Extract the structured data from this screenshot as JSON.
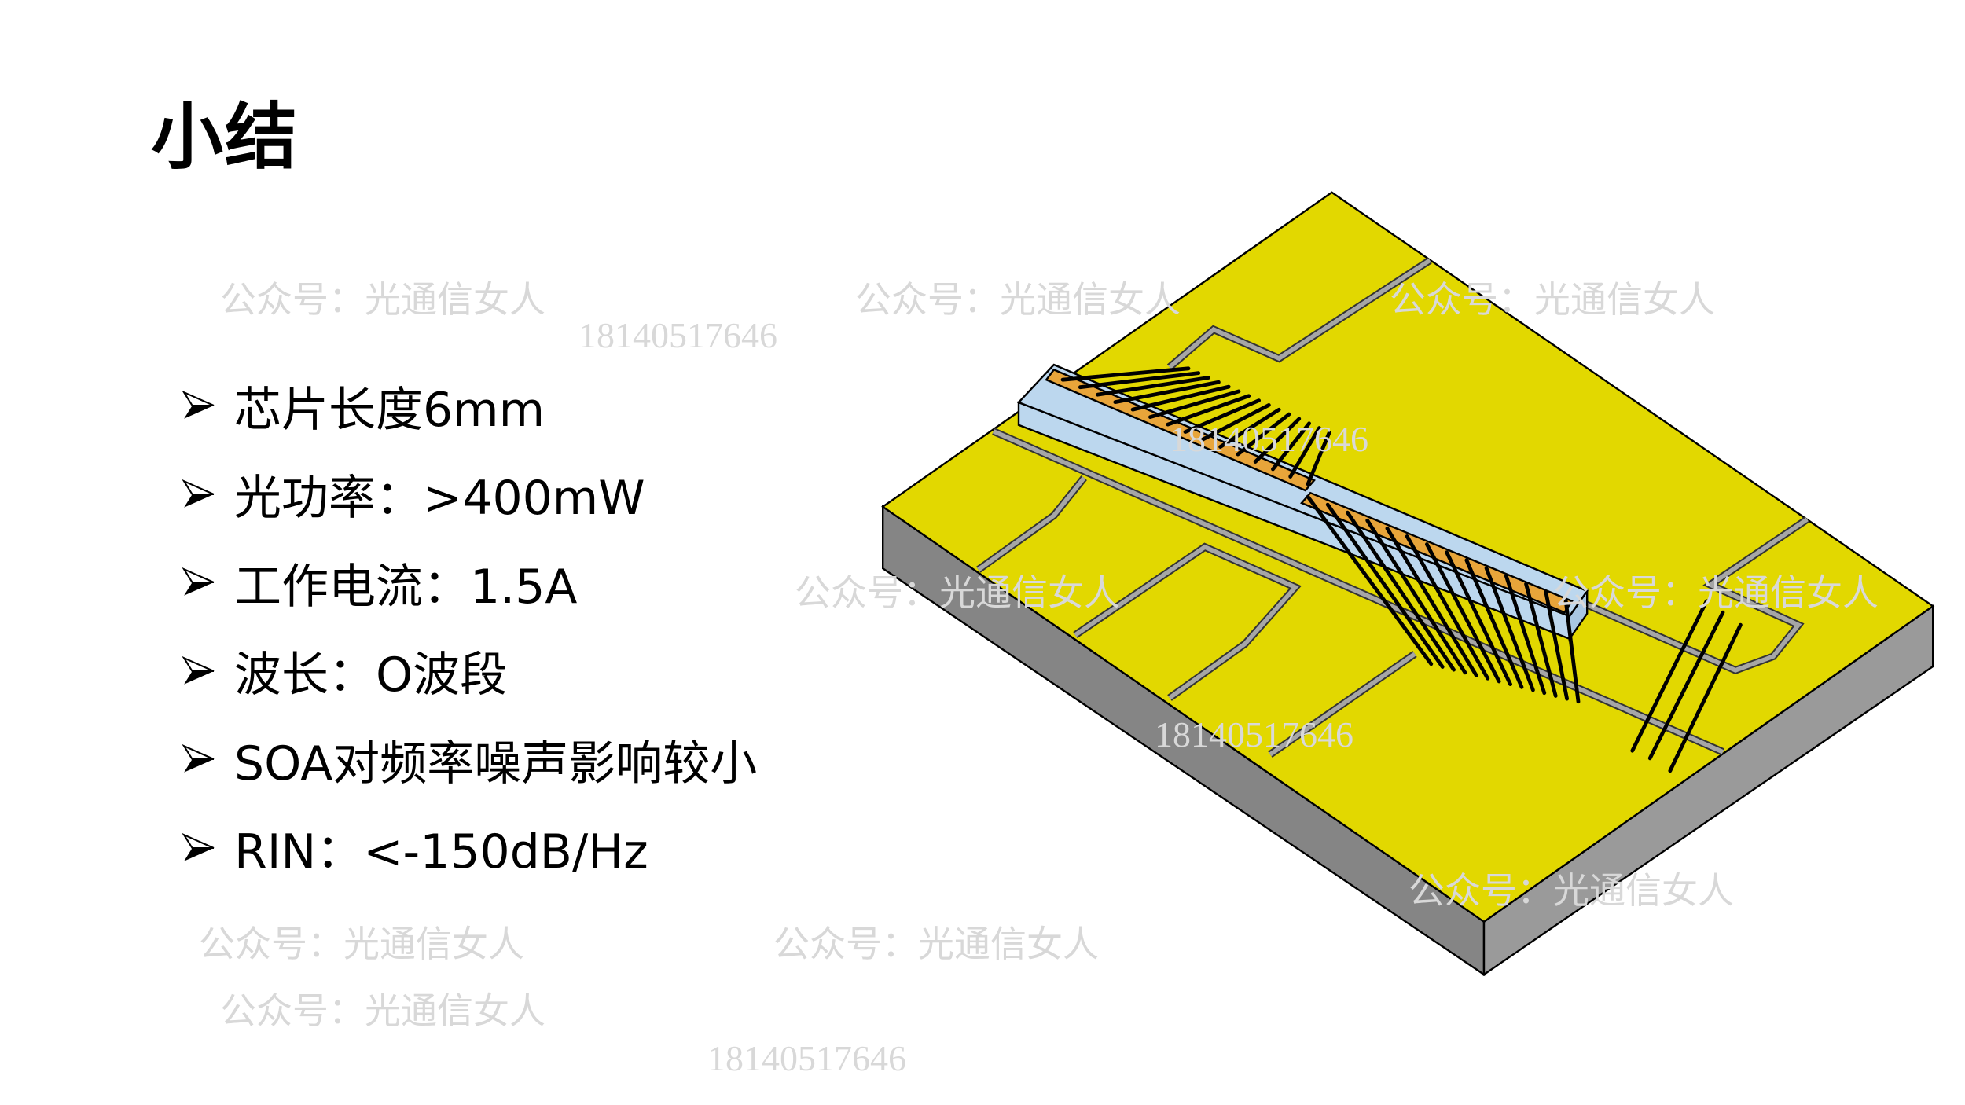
{
  "title": "小结",
  "bullets": [
    "芯片长度6mm",
    "光功率：>400mW",
    "工作电流：1.5A",
    "波长：O波段",
    "SOA对频率噪声影响较小",
    "RIN：<-150dB/Hz"
  ],
  "watermarks": {
    "account": "公众号：光通信女人",
    "phone": "18140517646"
  },
  "colors": {
    "board_top": "#e2d800",
    "board_side_left": "#858585",
    "board_side_right": "#9a9a9a",
    "chip": "#bcd7ee",
    "electrode": "#e8a53a",
    "trace": "#a6a6a6",
    "wire": "#000000"
  }
}
